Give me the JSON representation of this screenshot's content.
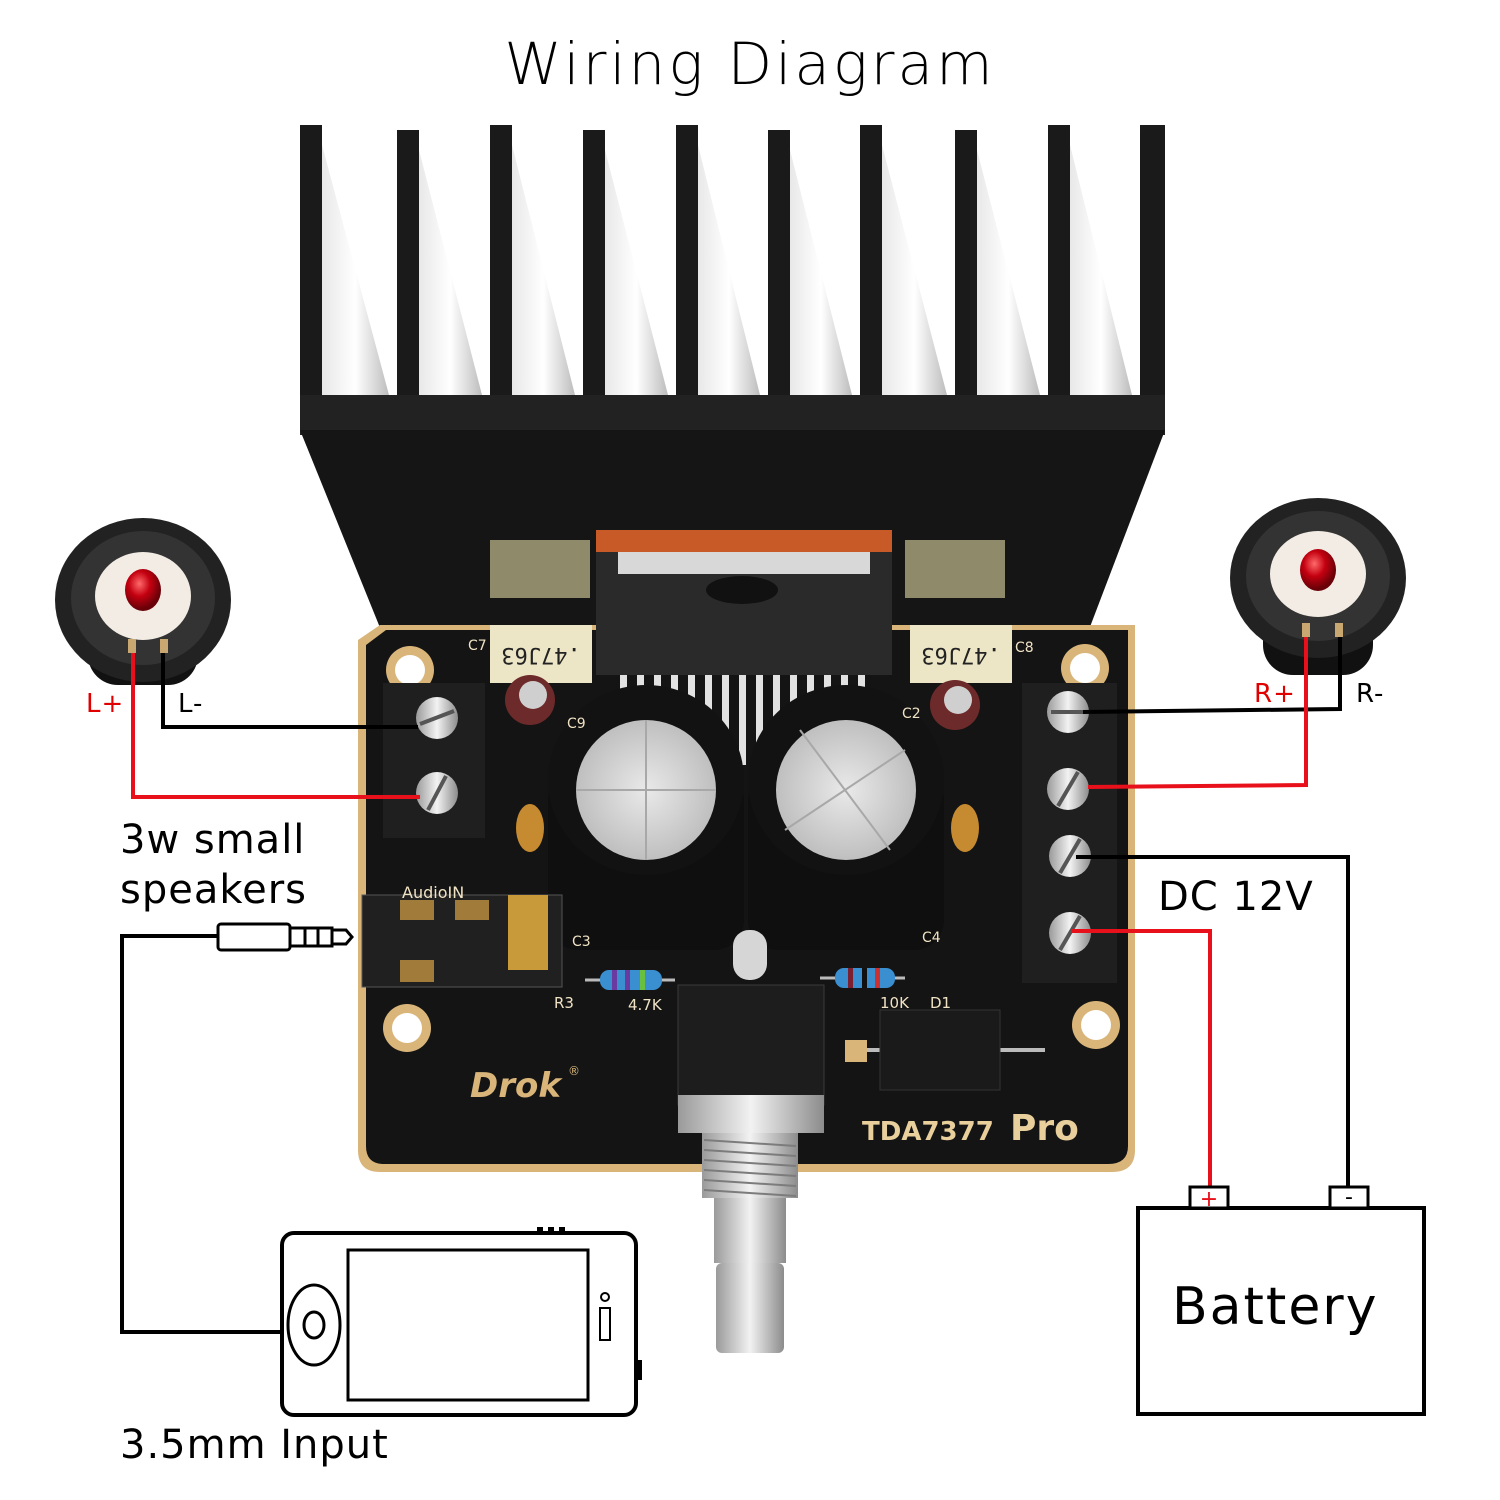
{
  "title": "Wiring Diagram",
  "labels": {
    "left_plus": "L+",
    "left_minus": "L-",
    "right_plus": "R+",
    "right_minus": "R-",
    "speakers_line1": "3w small",
    "speakers_line2": "speakers",
    "power": "DC 12V",
    "input": "3.5mm Input",
    "battery": "Battery",
    "battery_plus": "+",
    "battery_minus": "-"
  },
  "board": {
    "brand": "Drok",
    "brand_mark": "®",
    "model": "TDA7377",
    "model_suffix": "Pro",
    "audio_in_silk": "AudioIN",
    "silk": {
      "c7": "C7",
      "c8": "C8",
      "c9": "C9",
      "c2": "C2",
      "c3": "C3",
      "c4": "C4",
      "r3": "R3",
      "d1": "D1",
      "r_left": "4.7K",
      "r_right": "10K"
    },
    "film_cap_marking": ".47J63"
  },
  "colors": {
    "positive_wire": "#e8101a",
    "negative_wire": "#000000",
    "pcb": "#141414",
    "pcb_edge": "#d9b57a",
    "heatsink": "#1b1b1b"
  }
}
